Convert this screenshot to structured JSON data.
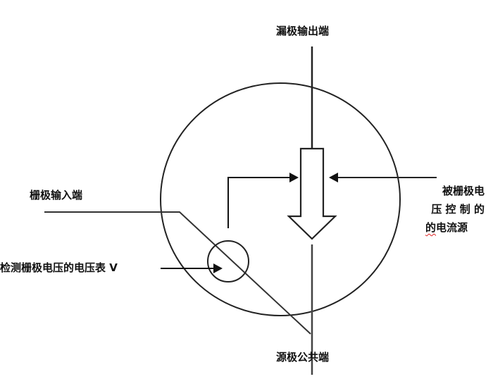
{
  "diagram": {
    "type": "MOSFET equivalent model schematic",
    "colors": {
      "line": "#222222",
      "background": "#ffffff",
      "spellcheck_underline": "#dd2222"
    },
    "labels": {
      "drain_output": "漏极输出端",
      "gate_input": "栅极输入端",
      "gate_voltmeter": "检测栅极电压的电压表 V",
      "current_source_line1": "被栅极电",
      "current_source_line2": "压 控 制 的",
      "current_source_line3_underlined": "的",
      "current_source_line3_rest": "电流源",
      "source_common": "源极公共端"
    },
    "elements": [
      {
        "name": "outer-circle",
        "shape": "ellipse"
      },
      {
        "name": "current-source-arrow",
        "shape": "block-arrow-down"
      },
      {
        "name": "voltmeter-circle",
        "shape": "circle"
      },
      {
        "name": "drain-lead",
        "shape": "vertical-line"
      },
      {
        "name": "source-lead",
        "shape": "vertical-line"
      },
      {
        "name": "gate-lead",
        "shape": "polyline"
      },
      {
        "name": "gate-control-connector",
        "shape": "L-arrow"
      }
    ]
  }
}
